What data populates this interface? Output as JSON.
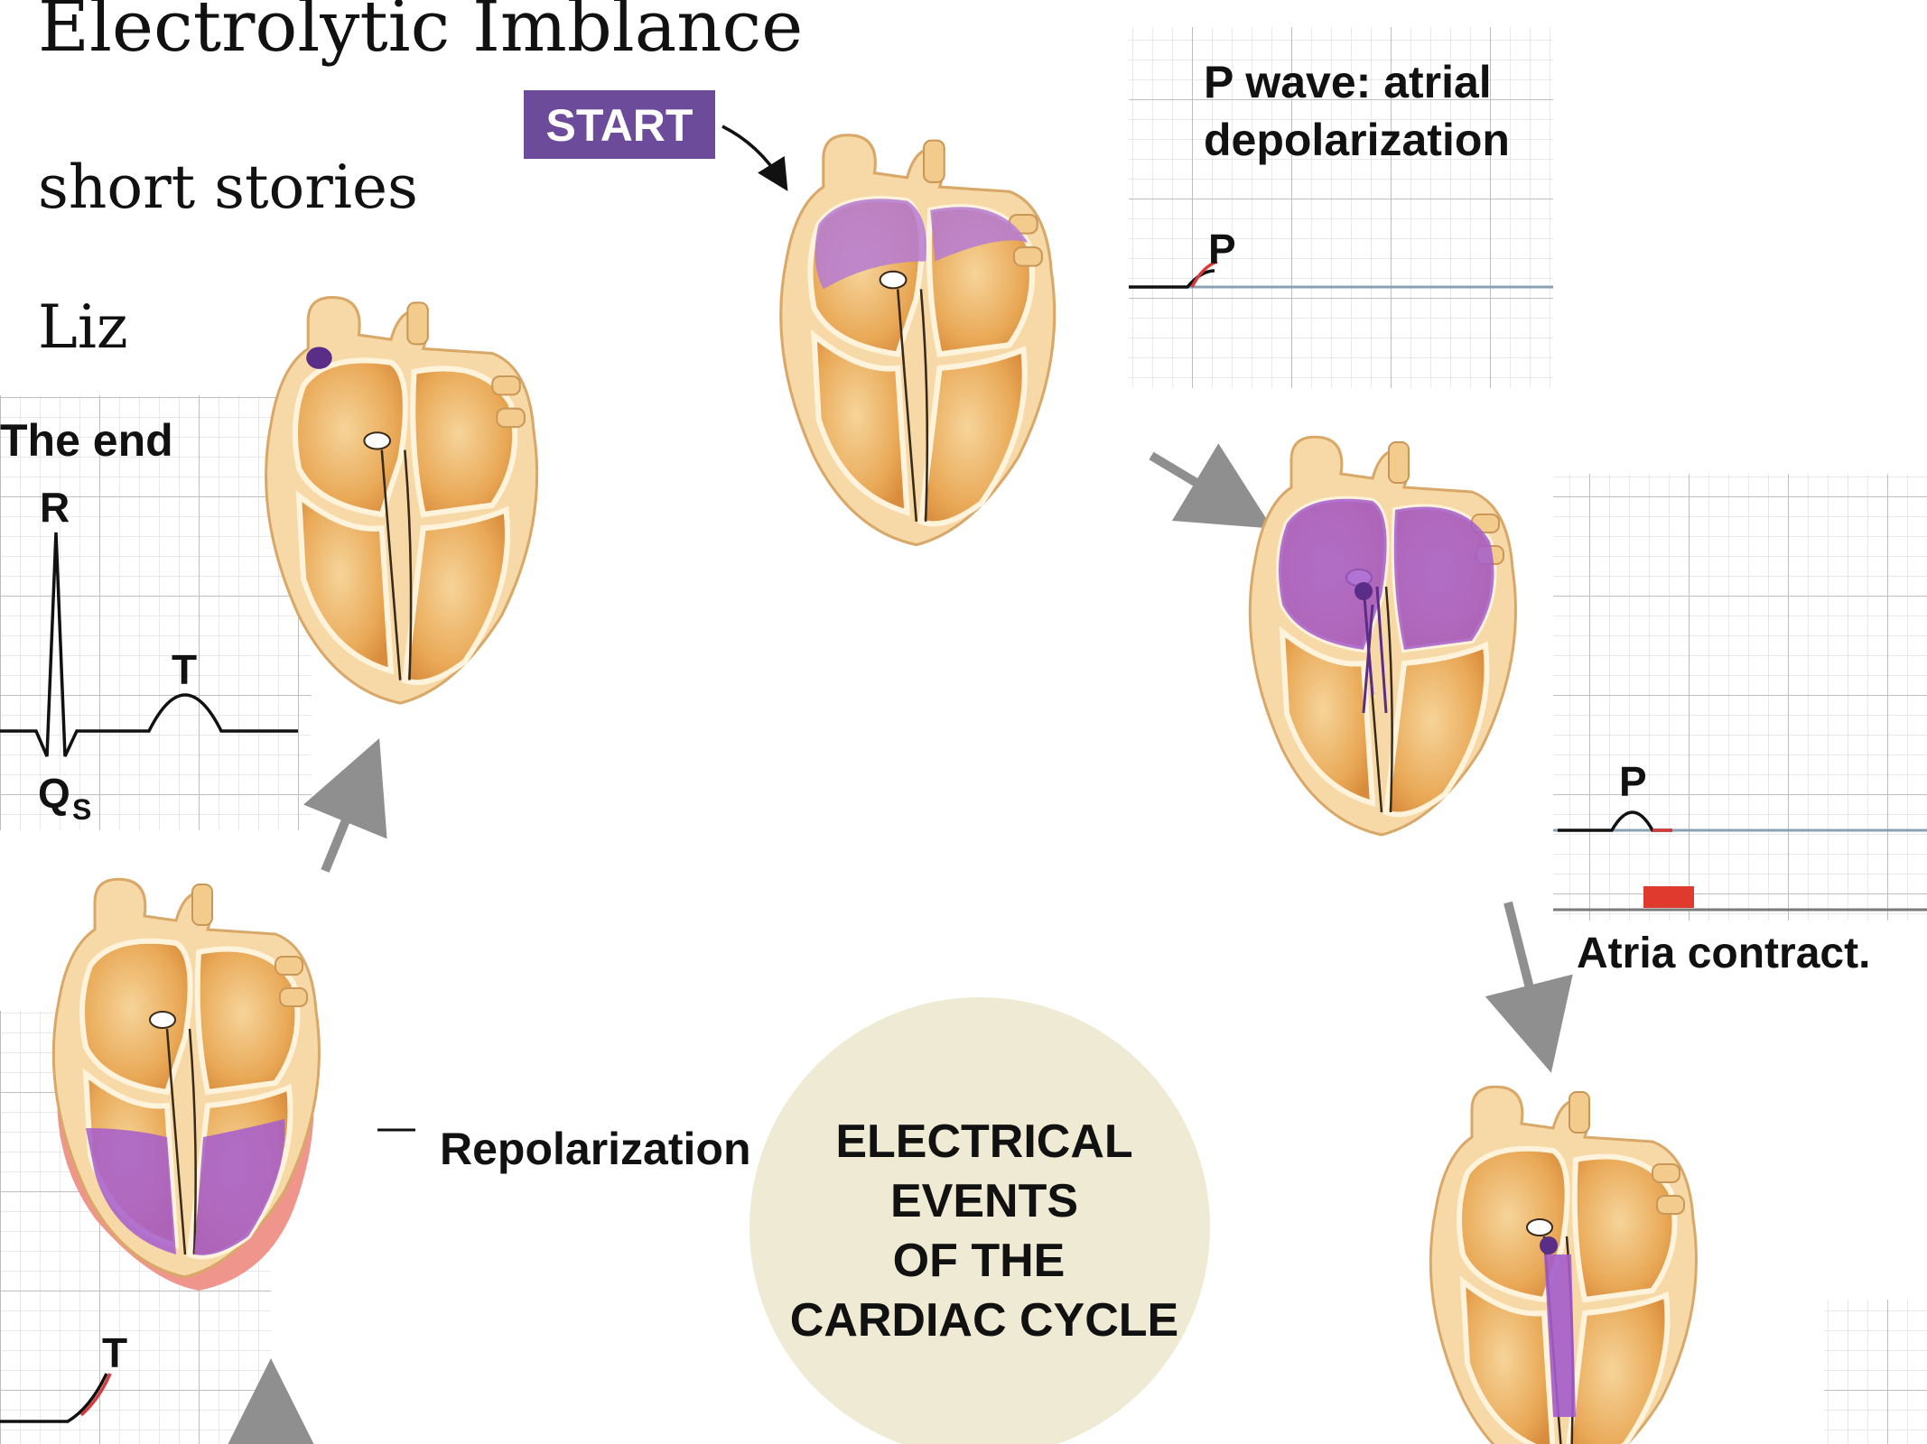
{
  "slide": {
    "title": "Electrolytic Imblance",
    "subtitle": "short stories",
    "author": "Liz"
  },
  "diagram": {
    "start_label": "START",
    "center_label": [
      "ELECTRICAL",
      "EVENTS",
      "OF THE",
      "CARDIAC CYCLE"
    ],
    "panel_p_wave": {
      "caption": [
        "P wave: atrial",
        "depolarization"
      ],
      "wave_label_p": "P"
    },
    "panel_atria": {
      "wave_label_p": "P",
      "caption": "Atria contract."
    },
    "panel_repolarization": {
      "caption": "Repolarization",
      "wave_label_t": "T"
    },
    "panel_end": {
      "caption": "The end",
      "label_r": "R",
      "label_t": "T",
      "label_q": "Q",
      "label_s": "S"
    }
  },
  "colors": {
    "start_badge": "#6b4b9a",
    "depolarization": "#a56bc9",
    "repolarization": "#ef8f86",
    "heart_fill": "#f1c27a",
    "heart_outline": "#e8c48f",
    "center_circle": "#efead3",
    "grid_line": "#d6d6d6",
    "contraction_bar": "#e0392e"
  }
}
